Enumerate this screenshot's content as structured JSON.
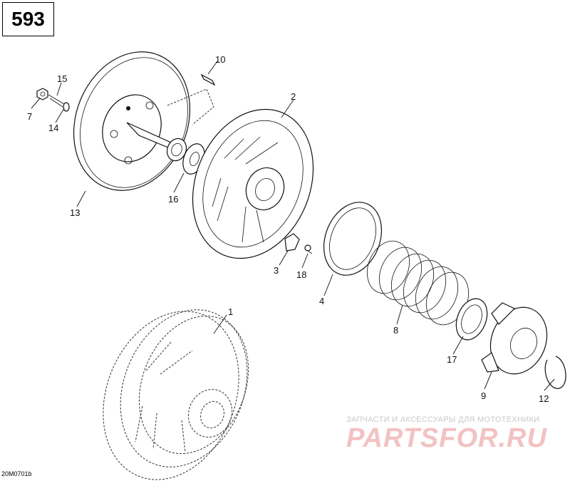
{
  "page_number": "593",
  "document_code": "20M0701b",
  "watermark": {
    "caption": "ЗАПЧАСТИ И АКСЕССУАРЫ ДЛЯ МОТОТЕХНИКИ",
    "logo": "PARTSFOR.RU"
  },
  "callouts": [
    "1",
    "2",
    "3",
    "4",
    "7",
    "8",
    "9",
    "10",
    "12",
    "13",
    "14",
    "15",
    "16",
    "17",
    "18"
  ]
}
